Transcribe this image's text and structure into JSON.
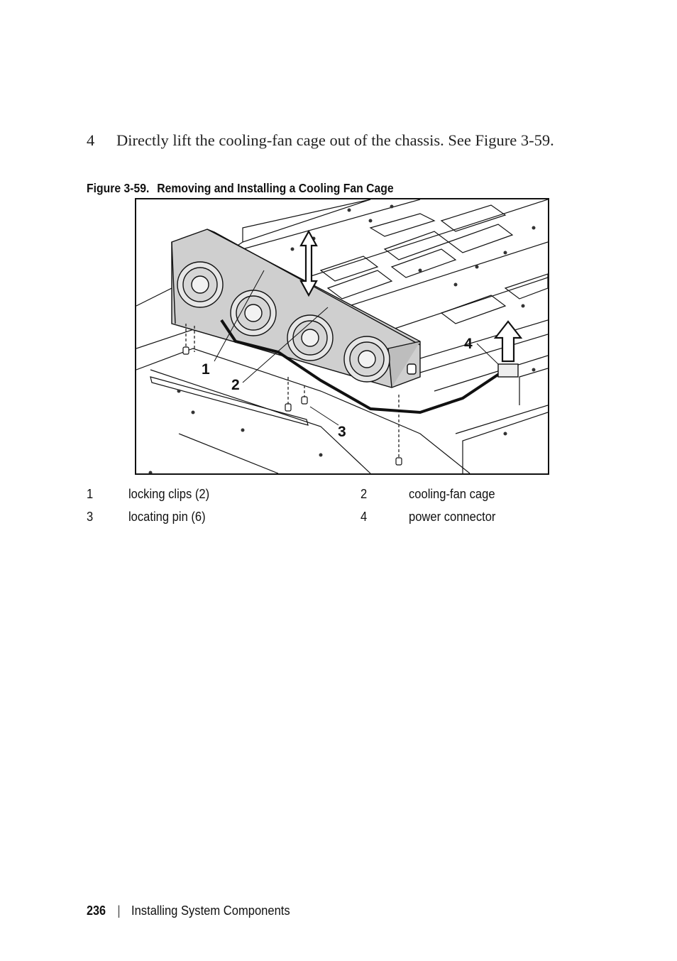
{
  "step": {
    "number": "4",
    "text": "Directly lift the cooling-fan cage out of the chassis. See Figure 3-59."
  },
  "figure": {
    "label": "Figure 3-59.",
    "title": "Removing and Installing a Cooling Fan Cage",
    "callouts": [
      "1",
      "2",
      "3",
      "4"
    ]
  },
  "legend": [
    {
      "num": "1",
      "text": "locking clips (2)"
    },
    {
      "num": "2",
      "text": "cooling-fan cage"
    },
    {
      "num": "3",
      "text": "locating pin (6)"
    },
    {
      "num": "4",
      "text": "power connector"
    }
  ],
  "footer": {
    "page_number": "236",
    "separator": "|",
    "section": "Installing System Components"
  }
}
